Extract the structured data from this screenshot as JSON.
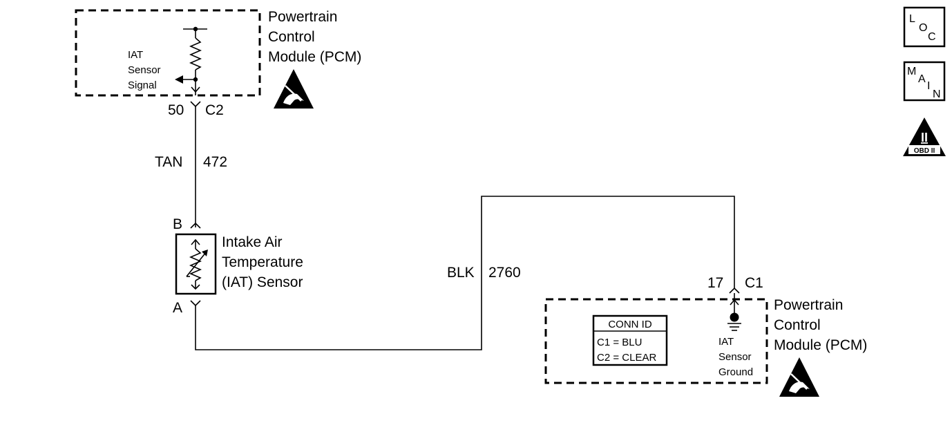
{
  "pcm_top": {
    "title_lines": [
      "Powertrain",
      "Control",
      "Module (PCM)"
    ],
    "signal_lines": [
      "IAT",
      "Sensor",
      "Signal"
    ],
    "pin": "50",
    "connector": "C2"
  },
  "wire_top": {
    "color": "TAN",
    "circuit": "472"
  },
  "sensor": {
    "terminal_top": "B",
    "terminal_bottom": "A",
    "name_lines": [
      "Intake Air",
      "Temperature",
      "(IAT) Sensor"
    ]
  },
  "wire_ground": {
    "color": "BLK",
    "circuit": "2760"
  },
  "pcm_bottom": {
    "title_lines": [
      "Powertrain",
      "Control",
      "Module (PCM)"
    ],
    "ground_lines": [
      "IAT",
      "Sensor",
      "Ground"
    ],
    "pin": "17",
    "connector": "C1",
    "conn_id": {
      "header": "CONN ID",
      "rows": [
        "C1 = BLU",
        "C2 = CLEAR"
      ]
    }
  },
  "icons": {
    "loc": [
      "L",
      "O",
      "C"
    ],
    "main": [
      "M",
      "A",
      "I",
      "N"
    ],
    "obd": {
      "numeral": "II",
      "label": "OBD II"
    }
  }
}
